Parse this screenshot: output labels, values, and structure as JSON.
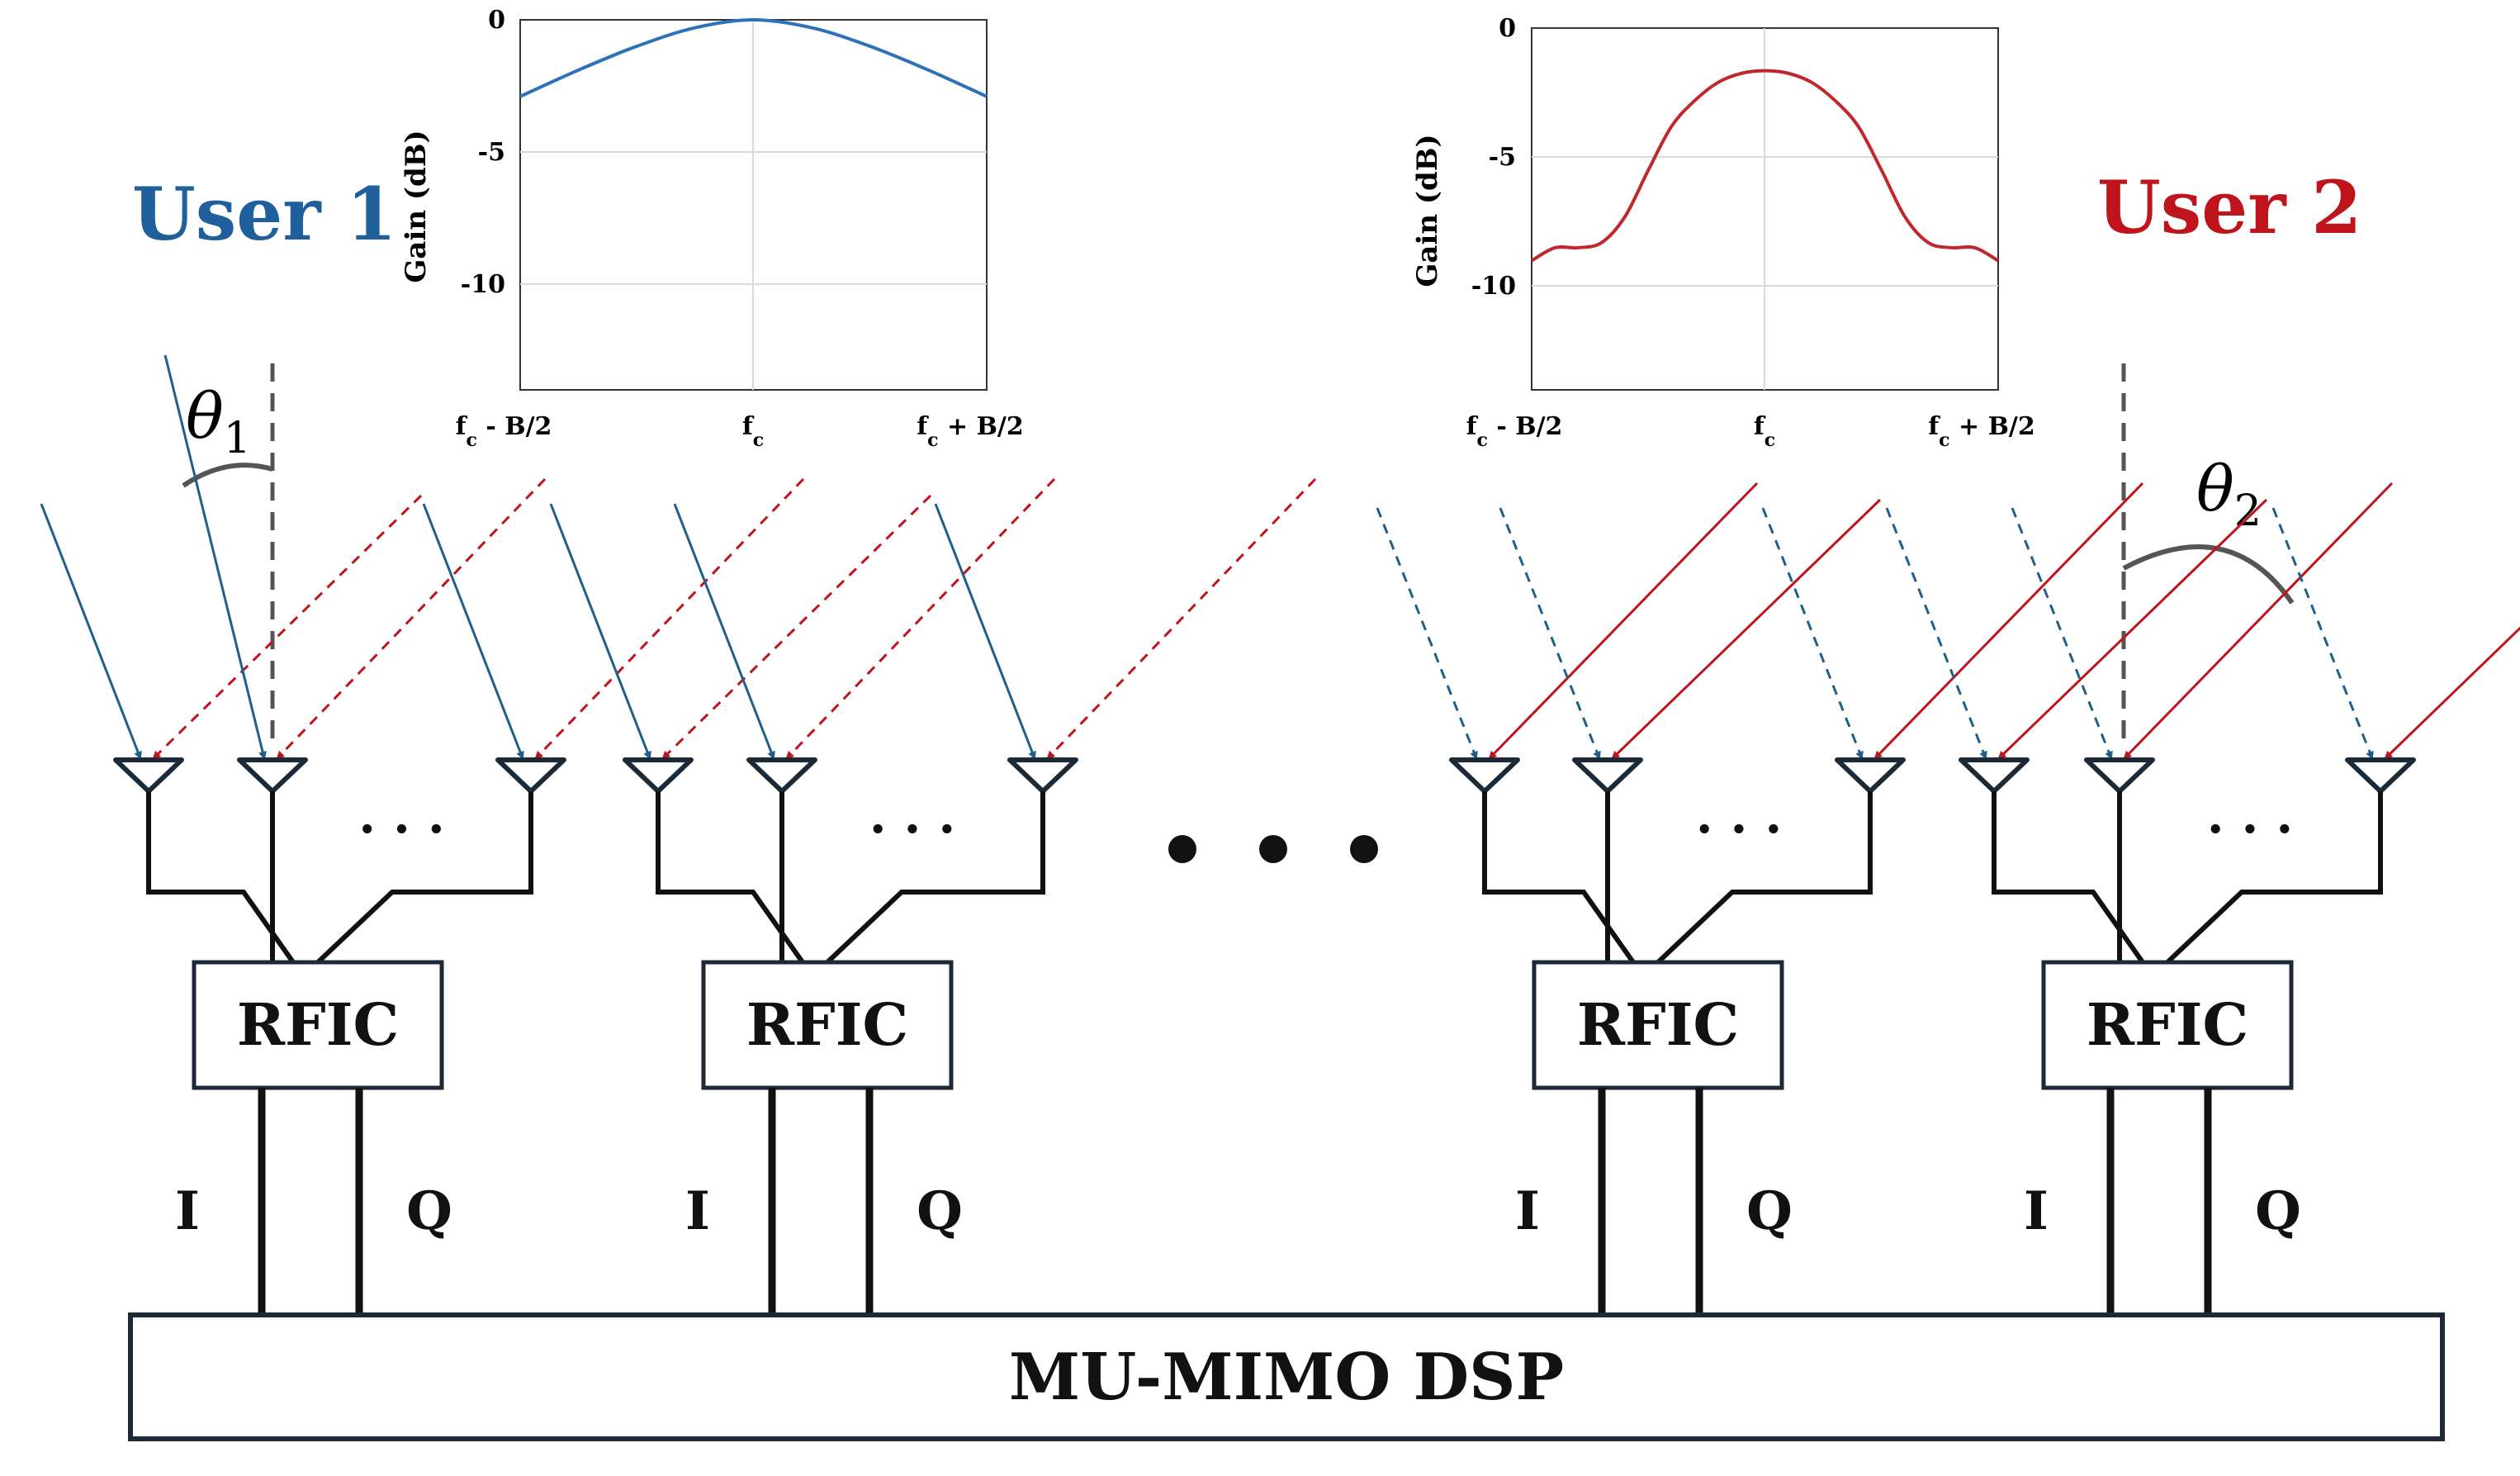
{
  "users": [
    {
      "label": "User 1",
      "color": "#1f5f9b"
    },
    {
      "label": "User 2",
      "color": "#c0141c"
    }
  ],
  "angles": [
    {
      "symbol": "θ",
      "sub": "1"
    },
    {
      "symbol": "θ",
      "sub": "2"
    }
  ],
  "chart_data": [
    {
      "type": "line",
      "ylabel": "Gain (dB)",
      "ylim": [
        -14,
        0
      ],
      "yticks": [
        "0",
        "-5",
        "-10"
      ],
      "xticks": [
        {
          "main": "f",
          "sub": "c",
          "tail": " - B/2"
        },
        {
          "main": "f",
          "sub": "c",
          "tail": ""
        },
        {
          "main": "f",
          "sub": "c",
          "tail": " + B/2"
        }
      ],
      "grid": true,
      "color": "#2b72ba",
      "series": [
        {
          "x": [
            -1,
            -0.75,
            -0.5,
            -0.25,
            0,
            0.25,
            0.5,
            0.75,
            1
          ],
          "values": [
            -2.9,
            -1.9,
            -1.0,
            -0.3,
            0,
            -0.3,
            -1.0,
            -1.9,
            -2.9
          ]
        }
      ]
    },
    {
      "type": "line",
      "ylabel": "Gain (dB)",
      "ylim": [
        -14,
        0
      ],
      "yticks": [
        "0",
        "-5",
        "-10"
      ],
      "xticks": [
        {
          "main": "f",
          "sub": "c",
          "tail": " - B/2"
        },
        {
          "main": "f",
          "sub": "c",
          "tail": ""
        },
        {
          "main": "f",
          "sub": "c",
          "tail": " + B/2"
        }
      ],
      "grid": true,
      "color": "#c0282d",
      "series": [
        {
          "x": [
            -1,
            -0.9,
            -0.8,
            -0.7,
            -0.6,
            -0.5,
            -0.4,
            -0.3,
            -0.2,
            -0.1,
            0,
            0.1,
            0.2,
            0.3,
            0.4,
            0.5,
            0.6,
            0.7,
            0.8,
            0.9,
            1
          ],
          "values": [
            -9.0,
            -8.5,
            -8.5,
            -8.3,
            -7.3,
            -5.5,
            -3.8,
            -2.8,
            -2.1,
            -1.75,
            -1.65,
            -1.75,
            -2.1,
            -2.8,
            -3.8,
            -5.5,
            -7.3,
            -8.3,
            -8.5,
            -8.5,
            -9.0
          ]
        }
      ]
    }
  ],
  "rfic": [
    "RFIC",
    "RFIC",
    "RFIC",
    "RFIC"
  ],
  "iq": {
    "i": "I",
    "q": "Q"
  },
  "dsp": {
    "label": "MU-MIMO DSP"
  },
  "dots": {
    "small": ". . .",
    "big": "● ● ●"
  }
}
